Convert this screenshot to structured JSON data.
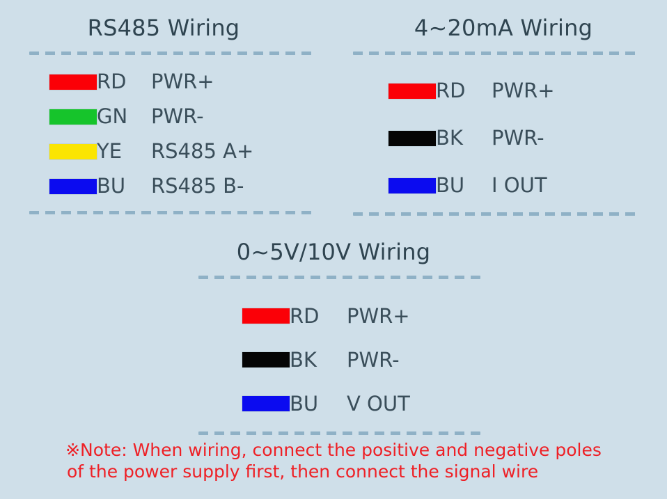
{
  "background_color": "#cfdfe9",
  "text_color": "#3a4e5a",
  "rule_color": "#8fb1c6",
  "note_color": "#ee2026",
  "panels": [
    {
      "id": "rs485",
      "title": "RS485 Wiring",
      "rows": [
        {
          "swatch_color": "#fb0007",
          "color_name": "red-swatch",
          "code": "RD",
          "function": "PWR+"
        },
        {
          "swatch_color": "#16c42b",
          "color_name": "green-swatch",
          "code": "GN",
          "function": "PWR-"
        },
        {
          "swatch_color": "#fbe502",
          "color_name": "yellow-swatch",
          "code": "YE",
          "function": "RS485 A+"
        },
        {
          "swatch_color": "#0b0bf0",
          "color_name": "blue-swatch",
          "code": "BU",
          "function": "RS485 B-"
        }
      ]
    },
    {
      "id": "current-4-20ma",
      "title": "4~20mA Wiring",
      "rows": [
        {
          "swatch_color": "#fb0007",
          "color_name": "red-swatch",
          "code": "RD",
          "function": "PWR+"
        },
        {
          "swatch_color": "#050505",
          "color_name": "black-swatch",
          "code": "BK",
          "function": "PWR-"
        },
        {
          "swatch_color": "#0b0bf0",
          "color_name": "blue-swatch",
          "code": "BU",
          "function": "I OUT"
        }
      ]
    },
    {
      "id": "voltage-0-5v-10v",
      "title": "0~5V/10V Wiring",
      "rows": [
        {
          "swatch_color": "#fb0007",
          "color_name": "red-swatch",
          "code": "RD",
          "function": "PWR+"
        },
        {
          "swatch_color": "#050505",
          "color_name": "black-swatch",
          "code": "BK",
          "function": "PWR-"
        },
        {
          "swatch_color": "#0b0bf0",
          "color_name": "blue-swatch",
          "code": "BU",
          "function": "V OUT"
        }
      ]
    }
  ],
  "note": {
    "line1": "※Note: When wiring, connect the positive and negative poles",
    "line2": "of the power supply first, then connect the signal wire"
  }
}
